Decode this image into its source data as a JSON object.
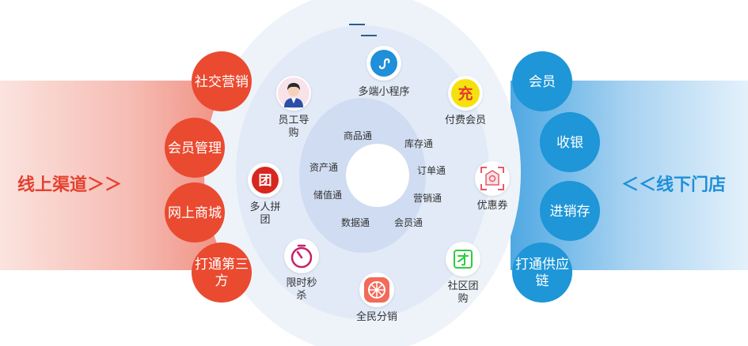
{
  "left_channel": {
    "title": "线上渠道＞＞"
  },
  "right_channel": {
    "title": "＜＜线下门店"
  },
  "left_buttons": [
    {
      "label": "社交营销"
    },
    {
      "label": "会员管理"
    },
    {
      "label": "网上商城"
    },
    {
      "label": "打通第三方"
    }
  ],
  "right_buttons": [
    {
      "label": "会员"
    },
    {
      "label": "收银"
    },
    {
      "label": "进销存"
    },
    {
      "label": "打通供应链"
    }
  ],
  "features": [
    {
      "label": "多端小程序",
      "icon": "mini-program-icon"
    },
    {
      "label": "付费会员",
      "icon": "paid-member-icon"
    },
    {
      "label": "优惠券",
      "icon": "coupon-icon"
    },
    {
      "label": "社区团购",
      "icon": "community-group-icon"
    },
    {
      "label": "全民分销",
      "icon": "distribution-icon"
    },
    {
      "label": "限时秒杀",
      "icon": "flash-sale-icon"
    },
    {
      "label": "多人拼团",
      "icon": "group-buy-icon"
    },
    {
      "label": "员工导购",
      "icon": "staff-guide-icon"
    }
  ],
  "icon_text": {
    "paid": "充",
    "group": "团"
  },
  "inner_ring": [
    {
      "label": "商品通"
    },
    {
      "label": "库存通"
    },
    {
      "label": "订单通"
    },
    {
      "label": "营销通"
    },
    {
      "label": "会员通"
    },
    {
      "label": "数据通"
    },
    {
      "label": "储值通"
    },
    {
      "label": "资产通"
    }
  ],
  "colors": {
    "online": "#e5402f",
    "offline": "#1f8fd9",
    "red_button": "#ea4a30",
    "blue_button": "#1e96d8"
  }
}
